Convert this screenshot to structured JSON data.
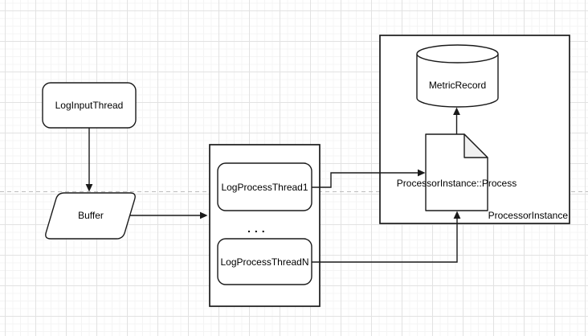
{
  "canvas": {
    "type": "diagram-editor-grid-canvas",
    "colors": {
      "shape_stroke": "#1a1a1a",
      "shape_fill": "#ffffff",
      "document_fold_fill": "#f1f1f1",
      "grid_minor": "#f4f4f4",
      "grid_major": "#e2e2e2",
      "page_break": "#bdbdbd",
      "text": "#000000"
    }
  },
  "nodes": {
    "log_input_thread": {
      "label": "LogInputThread",
      "shape": "rounded-rectangle"
    },
    "buffer": {
      "label": "Buffer",
      "shape": "parallelogram"
    },
    "thread_pool": {
      "shape": "container-rectangle",
      "children": {
        "log_process_thread_1": {
          "label": "LogProcessThread1",
          "shape": "rounded-rectangle"
        },
        "ellipsis": {
          "label": "...",
          "shape": "text"
        },
        "log_process_thread_n": {
          "label": "LogProcessThreadN",
          "shape": "rounded-rectangle"
        }
      }
    },
    "processor_instance": {
      "label": "ProcessorInstance",
      "shape": "container-rectangle",
      "children": {
        "metric_record": {
          "label": "MetricRecord",
          "shape": "cylinder"
        },
        "process_document": {
          "label": "ProcessorInstance::Process",
          "shape": "document"
        }
      }
    }
  },
  "edges": [
    {
      "from": "log_input_thread",
      "to": "buffer",
      "style": "arrow-down"
    },
    {
      "from": "buffer",
      "to": "thread_pool",
      "style": "arrow-right"
    },
    {
      "from": "log_process_thread_1",
      "to": "process_document",
      "style": "orthogonal-arrow"
    },
    {
      "from": "log_process_thread_n",
      "to": "process_document",
      "style": "orthogonal-arrow"
    },
    {
      "from": "process_document",
      "to": "metric_record",
      "style": "arrow-up"
    }
  ]
}
